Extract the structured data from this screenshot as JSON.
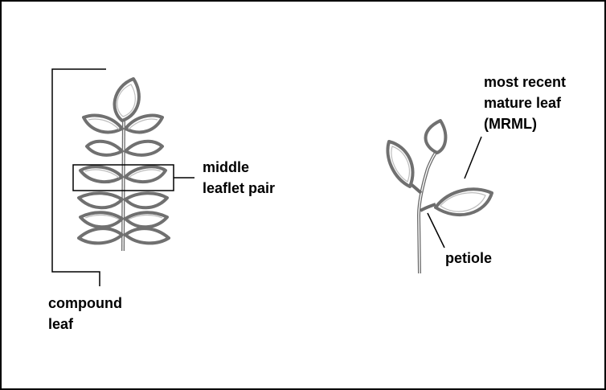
{
  "labels": {
    "compound_leaf": [
      "compound",
      "leaf"
    ],
    "middle_leaflet_pair": [
      "middle",
      "leaflet pair"
    ],
    "most_recent_mature_leaf": [
      "most recent",
      "mature leaf",
      "(MRML)"
    ],
    "petiole": "petiole"
  },
  "colors": {
    "outline": "#707070",
    "text": "#000000",
    "background": "#ffffff"
  }
}
